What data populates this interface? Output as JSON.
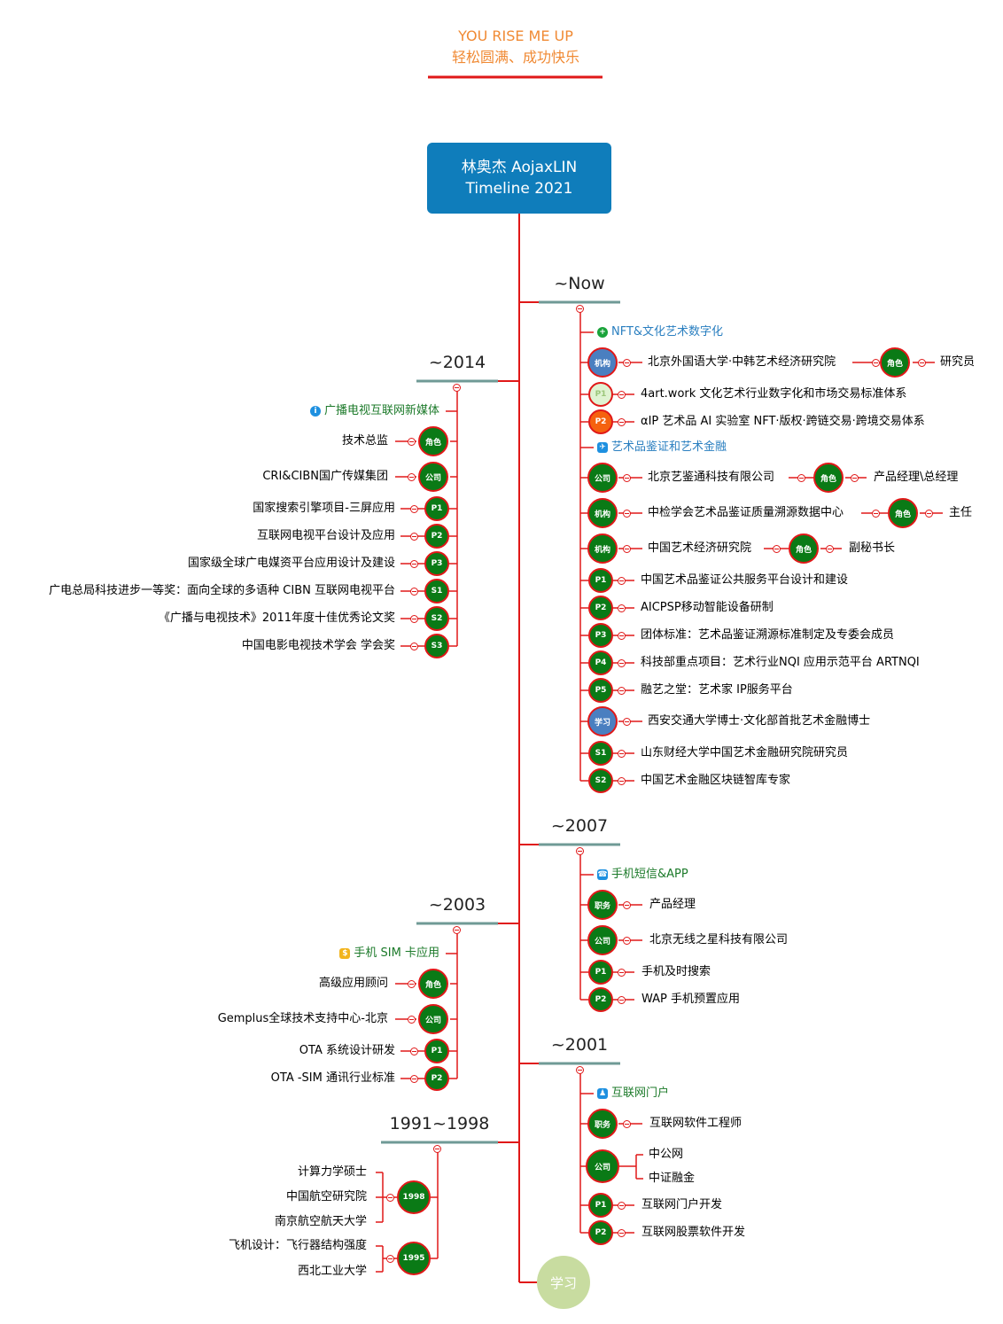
{
  "header": {
    "tagline_en": "YOU RISE ME UP",
    "tagline_cn": "轻松圆满、成功快乐"
  },
  "root": {
    "line1": "林奥杰 AojaxLIN",
    "line2": "Timeline  2021"
  },
  "colors": {
    "orange": "#f08a34",
    "root_bg": "#0f7dbb",
    "trunk": "#e01818",
    "era_bar": "#6f9a96",
    "badge_green": "#0a7a16",
    "badge_blue": "#4a7fc0"
  },
  "now": {
    "era": "~Now",
    "cat1": "NFT&文化艺术数字化",
    "r1": {
      "badge": "机构",
      "text": "北京外国语大学·中韩艺术经济研究院",
      "role_badge": "角色",
      "role": "研究员"
    },
    "r2": {
      "badge": "P1",
      "text": "4art.work 文化艺术行业数字化和市场交易标准体系"
    },
    "r3": {
      "badge": "P2",
      "text": "αIP 艺术品 AI 实验室  NFT·版权·跨链交易·跨境交易体系"
    },
    "cat2": "艺术品鉴证和艺术金融",
    "r4": {
      "badge": "公司",
      "text": "北京艺鉴通科技有限公司",
      "role_badge": "角色",
      "role": "产品经理\\总经理"
    },
    "r5": {
      "badge": "机构",
      "text": "中检学会艺术品鉴证质量溯源数据中心",
      "role_badge": "角色",
      "role": "主任"
    },
    "r6": {
      "badge": "机构",
      "text": "中国艺术经济研究院",
      "role_badge": "角色",
      "role": "副秘书长"
    },
    "r7": {
      "badge": "P1",
      "text": "中国艺术品鉴证公共服务平台设计和建设"
    },
    "r8": {
      "badge": "P2",
      "text": "AICPSP移动智能设备研制"
    },
    "r9": {
      "badge": "P3",
      "text": "团体标准：艺术品鉴证溯源标准制定及专委会成员"
    },
    "r10": {
      "badge": "P4",
      "text": "科技部重点项目：艺术行业NQI 应用示范平台 ARTNQI"
    },
    "r11": {
      "badge": "P5",
      "text": "融艺之堂：艺术家 IP服务平台"
    },
    "r12": {
      "badge": "学习",
      "text": "西安交通大学博士·文化部首批艺术金融博士"
    },
    "r13": {
      "badge": "S1",
      "text": "山东财经大学中国艺术金融研究院研究员"
    },
    "r14": {
      "badge": "S2",
      "text": "中国艺术金融区块链智库专家"
    }
  },
  "y2014": {
    "era": "~2014",
    "cat": "广播电视互联网新媒体",
    "r1": {
      "badge": "角色",
      "text": "技术总监"
    },
    "r2": {
      "badge": "公司",
      "text": "CRI&CIBN国广传媒集团"
    },
    "r3": {
      "badge": "P1",
      "text": "国家搜索引擎项目-三屏应用"
    },
    "r4": {
      "badge": "P2",
      "text": "互联网电视平台设计及应用"
    },
    "r5": {
      "badge": "P3",
      "text": "国家级全球广电媒资平台应用设计及建设"
    },
    "r6": {
      "badge": "S1",
      "text": "广电总局科技进步一等奖：面向全球的多语种 CIBN 互联网电视平台"
    },
    "r7": {
      "badge": "S2",
      "text": "《广播与电视技术》2011年度十佳优秀论文奖"
    },
    "r8": {
      "badge": "S3",
      "text": "中国电影电视技术学会 学会奖"
    }
  },
  "y2007": {
    "era": "~2007",
    "cat": "手机短信&APP",
    "r1": {
      "badge": "职务",
      "text": "产品经理"
    },
    "r2": {
      "badge": "公司",
      "text": "北京无线之星科技有限公司"
    },
    "r3": {
      "badge": "P1",
      "text": "手机及时搜索"
    },
    "r4": {
      "badge": "P2",
      "text": "WAP 手机预置应用"
    }
  },
  "y2003": {
    "era": "~2003",
    "cat": "手机 SIM 卡应用",
    "r1": {
      "badge": "角色",
      "text": "高级应用顾问"
    },
    "r2": {
      "badge": "公司",
      "text": "Gemplus全球技术支持中心-北京"
    },
    "r3": {
      "badge": "P1",
      "text": "OTA 系统设计研发"
    },
    "r4": {
      "badge": "P2",
      "text": "OTA -SIM 通讯行业标准"
    }
  },
  "y2001": {
    "era": "~2001",
    "cat": "互联网门户",
    "r1": {
      "badge": "职务",
      "text": "互联网软件工程师"
    },
    "r2": {
      "badge": "公司",
      "text_a": "中公网",
      "text_b": "中证融金"
    },
    "r3": {
      "badge": "P1",
      "text": "互联网门户开发"
    },
    "r4": {
      "badge": "P2",
      "text": "互联网股票软件开发"
    }
  },
  "y1991": {
    "era": "1991~1998",
    "g1": {
      "badge": "1998",
      "a": "计算力学硕士",
      "b": "中国航空研究院",
      "c": "南京航空航天大学"
    },
    "g2": {
      "badge": "1995",
      "a": "飞机设计：飞行器结构强度",
      "b": "西北工业大学"
    }
  },
  "end_node": "学习"
}
